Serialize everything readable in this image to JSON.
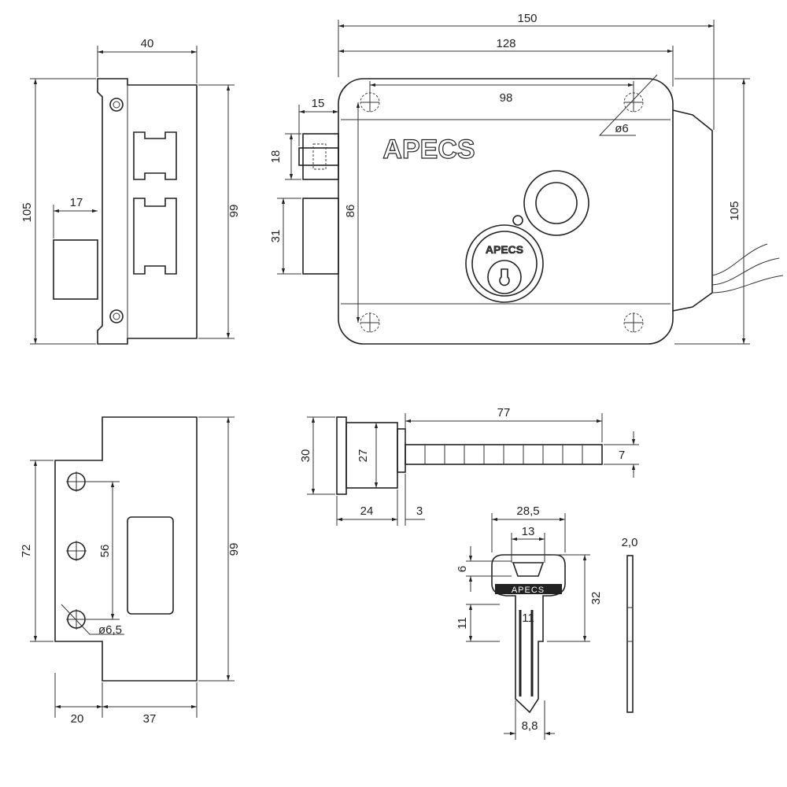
{
  "brand": "APECS",
  "side_view": {
    "width": "40",
    "height": "105",
    "body_height": "99",
    "bolt": "17"
  },
  "front_view": {
    "overall": "150",
    "body": "128",
    "holes_spacing": "98",
    "latch_proj": "15",
    "latch_h": "18",
    "bolt_h": "31",
    "holes_vertical": "86",
    "height": "105",
    "hole_dia": "ø6"
  },
  "strike_plate": {
    "height_flange": "72",
    "holes": "56",
    "height": "99",
    "flange_w": "20",
    "width": "37",
    "hole_dia": "ø6,5"
  },
  "cylinder": {
    "diameter": "30",
    "body_dia": "27",
    "bar_length": "77",
    "bar": "7",
    "body_len": "24",
    "gap": "3"
  },
  "key": {
    "head_w": "28,5",
    "hole_w": "13",
    "hole_h": "6",
    "length": "32",
    "neck": "11",
    "neck_w": "11",
    "blade_w": "8,8",
    "thickness": "2,0"
  }
}
